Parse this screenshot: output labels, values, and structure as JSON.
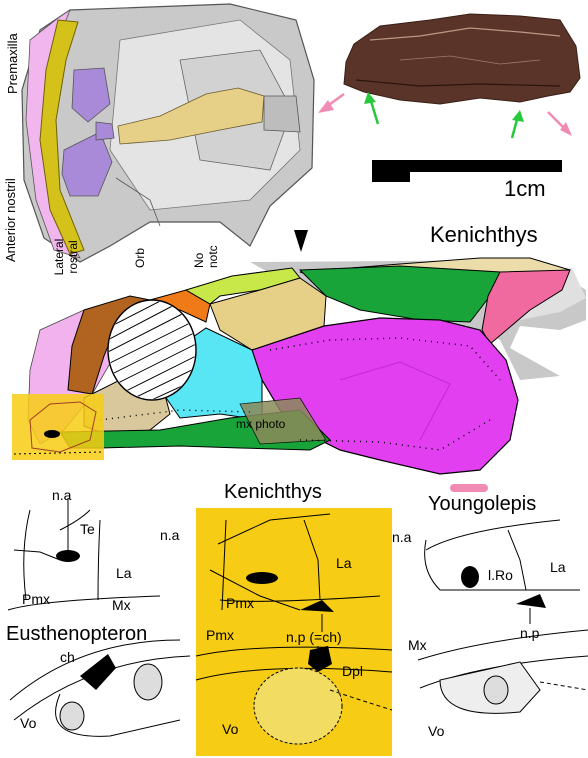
{
  "top": {
    "labels": {
      "premaxilla": "Premaxilla",
      "anterior_nostril": "Anterior nostril",
      "lateral_rostral": "Lateral rostral",
      "orb": "Orb",
      "no_notc": "No notc"
    },
    "scale_label": "1cm"
  },
  "main": {
    "title": "Kenichthys",
    "mx_photo": "mx photo"
  },
  "bottom": {
    "eusthenopteron": {
      "name": "Eusthenopteron",
      "na": "n.a",
      "te": "Te",
      "la": "La",
      "pmx": "Pmx",
      "mx": "Mx",
      "ch": "ch",
      "vo": "Vo"
    },
    "kenichthys": {
      "name": "Kenichthys",
      "na": "n.a",
      "la": "La",
      "pmx_upper": "Pmx",
      "np_ch": "n.p (=ch)",
      "pmx_lower": "Pmx",
      "mx": "Mx",
      "dpl": "Dpl",
      "vo": "Vo"
    },
    "youngolepis": {
      "name": "Youngolepis",
      "na": "n.a",
      "lro": "l.Ro",
      "la": "La",
      "np": "n.p",
      "vo": "Vo"
    }
  },
  "colors": {
    "premaxilla": "#d4c21a",
    "purple": "#a88ad8",
    "tan_plate": "#e6cf86",
    "pink": "#e69ae6",
    "magenta": "#e13ff0",
    "green": "#19a43a",
    "lime": "#c8e84a",
    "orange": "#f07a18",
    "brown": "#b06420",
    "cyan": "#58e6f4",
    "khaki": "#d8c89c",
    "rose": "#f06aa0",
    "yellow_bg": "#f7cc14",
    "arrow_pink": "#f08cb4",
    "arrow_green": "#28c83c"
  }
}
